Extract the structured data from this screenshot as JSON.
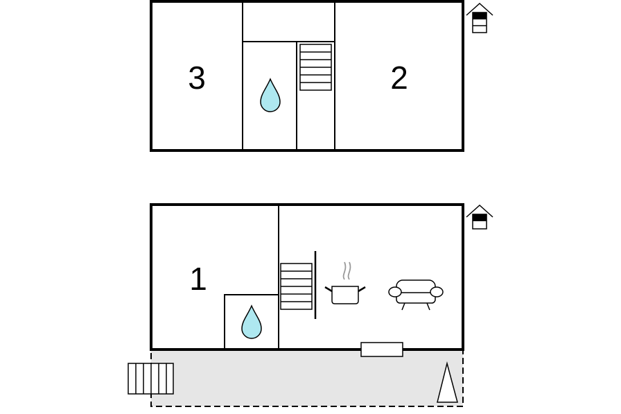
{
  "upper_floor": {
    "rooms": [
      {
        "label": "3"
      },
      {
        "label": "2"
      }
    ],
    "icons": [
      "water-drop-icon",
      "staircase-icon",
      "house-floor-indicator-icon"
    ]
  },
  "ground_floor": {
    "rooms": [
      {
        "label": "1"
      }
    ],
    "icons": [
      "water-drop-icon",
      "staircase-icon",
      "cooking-pot-icon",
      "sofa-icon",
      "house-floor-indicator-icon",
      "entrance-steps-icon",
      "tree-icon"
    ]
  },
  "colors": {
    "wall": "#000000",
    "water": "#aee8f0",
    "terrace": "#e6e6e6",
    "steam": "#999999"
  }
}
